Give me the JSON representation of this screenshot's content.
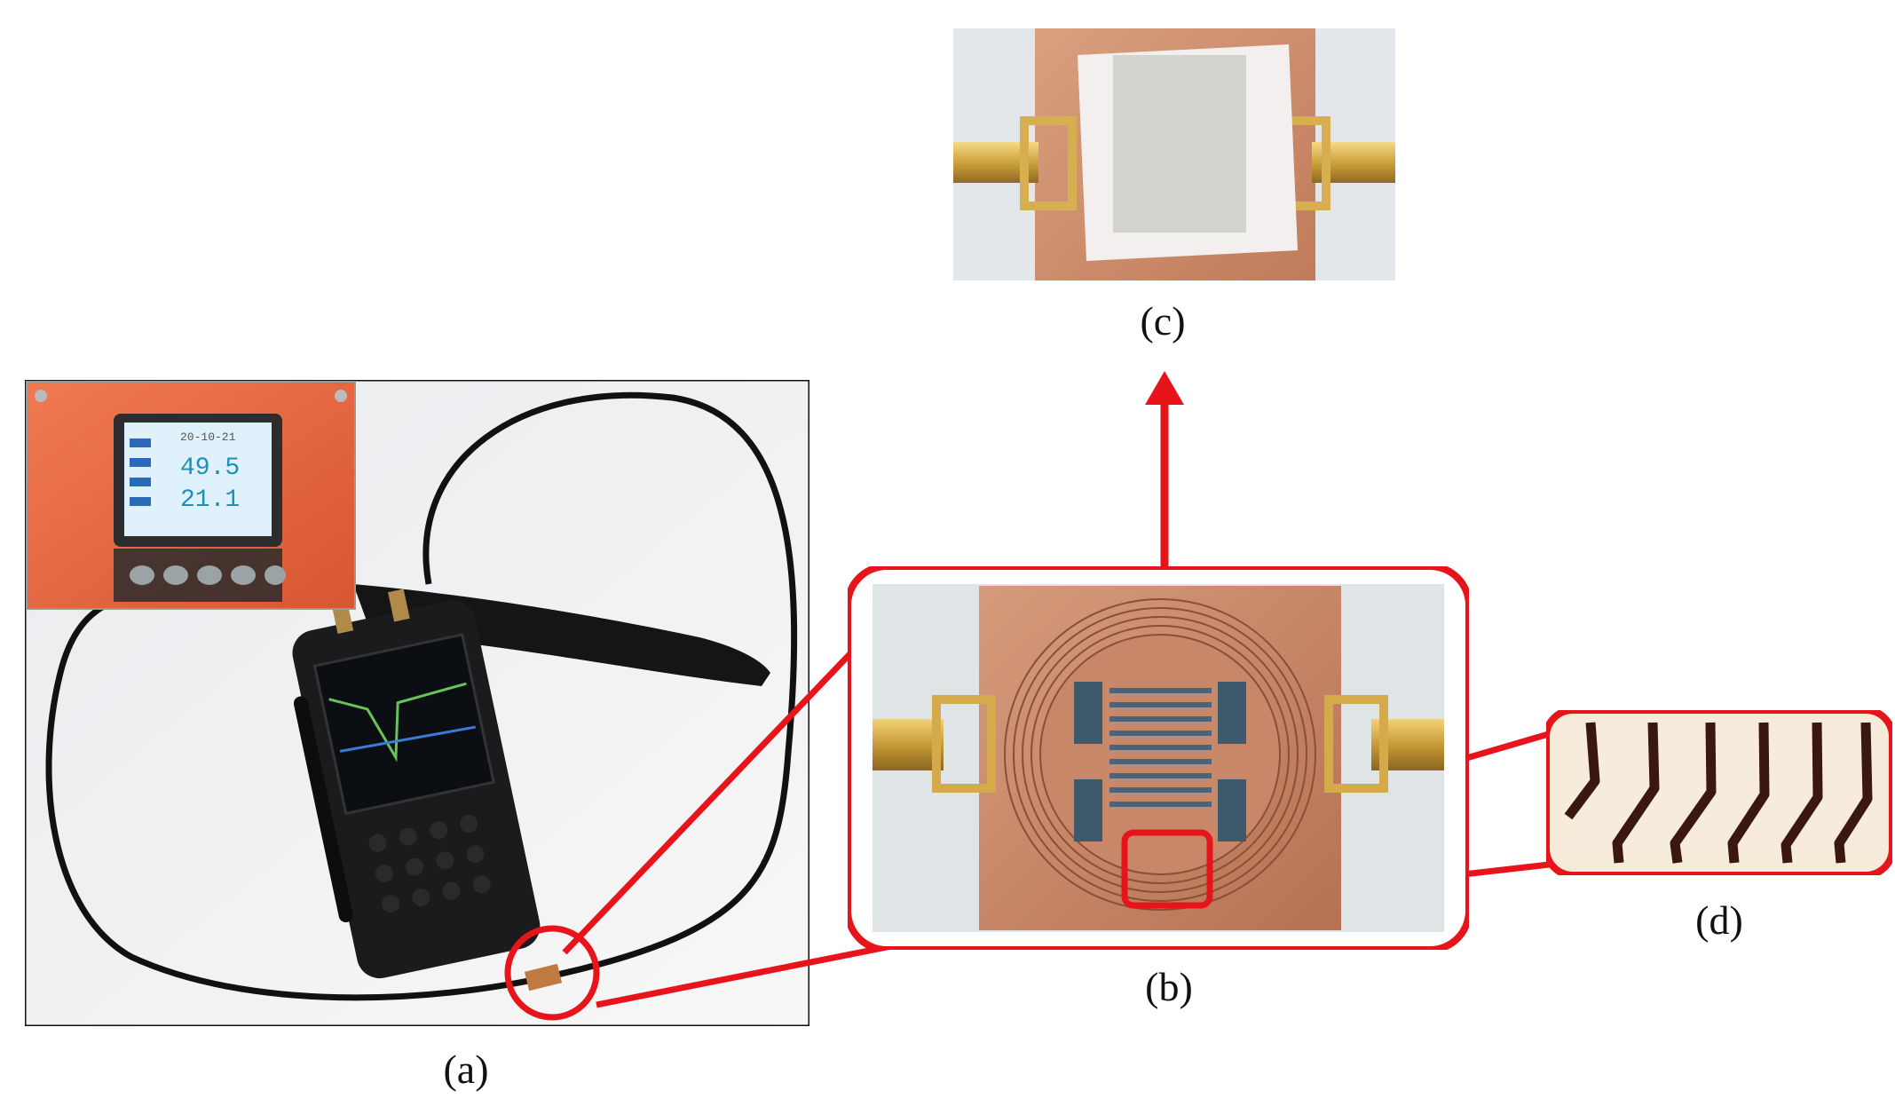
{
  "captions": {
    "a": "(a)",
    "b": "(b)",
    "c": "(c)",
    "d": "(d)"
  },
  "meter": {
    "date": "20-10-21",
    "humidity": "49.5",
    "temperature": "21.1"
  },
  "colors": {
    "highlight": "#e8141b",
    "copper": "#c98a68",
    "meter_case": "#e8633f",
    "cable": "#111111"
  }
}
